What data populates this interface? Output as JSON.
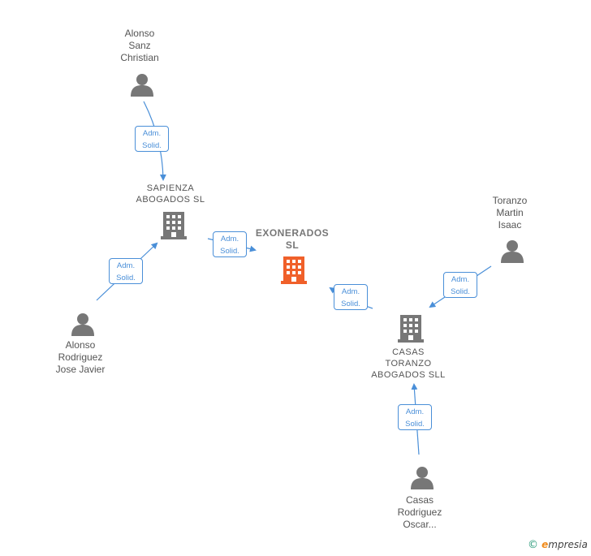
{
  "colors": {
    "edge": "#4a8fd8",
    "person": "#777777",
    "company": "#777777",
    "main_company": "#f0602a"
  },
  "nodes": {
    "alonso_sanz": {
      "label": "Alonso\nSanz\nChristian",
      "icon": "person-icon"
    },
    "sapienza": {
      "label": "SAPIENZA\nABOGADOS  SL",
      "icon": "building-icon"
    },
    "exonerados": {
      "label": "EXONERADOS\nSL",
      "icon": "building-icon"
    },
    "alonso_rodriguez": {
      "label": "Alonso\nRodriguez\nJose Javier",
      "icon": "person-icon"
    },
    "toranzo": {
      "label": "Toranzo\nMartin\nIsaac",
      "icon": "person-icon"
    },
    "casas_toranzo": {
      "label": "CASAS\nTORANZO\nABOGADOS  SLL",
      "icon": "building-icon"
    },
    "casas_rodriguez": {
      "label": "Casas\nRodriguez\nOscar...",
      "icon": "person-icon"
    }
  },
  "relations": [
    {
      "line1": "Adm.",
      "line2": "Solid."
    },
    {
      "line1": "Adm.",
      "line2": "Solid."
    },
    {
      "line1": "Adm.",
      "line2": "Solid."
    },
    {
      "line1": "Adm.",
      "line2": "Solid."
    },
    {
      "line1": "Adm.",
      "line2": "Solid."
    },
    {
      "line1": "Adm.",
      "line2": "Solid."
    }
  ],
  "footer": {
    "copyright_symbol": "©",
    "brand_initial": "e",
    "brand_rest": "mpresia"
  }
}
